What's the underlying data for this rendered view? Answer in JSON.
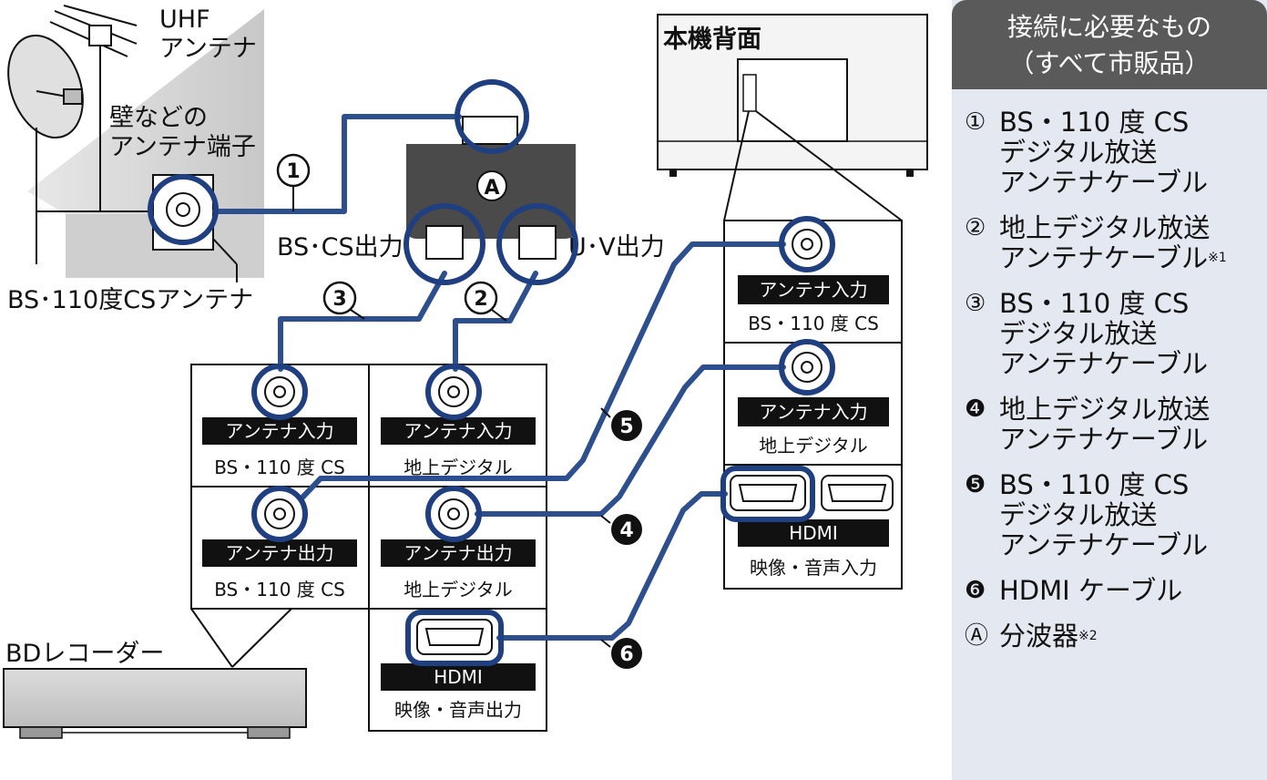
{
  "labels": {
    "uhf_antenna": "UHF\nアンテナ",
    "wall_terminal": "壁などの\nアンテナ端子",
    "bs_antenna": "BS･110度CSアンテナ",
    "tv_back": "本機背面",
    "bs_cs_out": "BS･CS出力",
    "uv_out": "U･V出力",
    "bd_recorder": "BDレコーダー",
    "splitter_mark": "A"
  },
  "tv_panel": {
    "antenna_in_label": "アンテナ入力",
    "bs_sub": "BS・110 度 CS",
    "terrestrial_sub": "地上デジタル",
    "hdmi_label": "HDMI",
    "hdmi_sub": "映像・音声入力"
  },
  "recorder_panel": {
    "antenna_in_label": "アンテナ入力",
    "antenna_out_label": "アンテナ出力",
    "bs_sub": "BS・110 度 CS",
    "terrestrial_sub": "地上デジタル",
    "hdmi_label": "HDMI",
    "hdmi_sub": "映像・音声出力"
  },
  "cable_markers": [
    "1",
    "2",
    "3",
    "4",
    "5",
    "6"
  ],
  "sidebar": {
    "title": "接続に必要なもの\n（すべて市販品）",
    "items": [
      {
        "mark": "①",
        "text": "BS・110 度 CS\nデジタル放送\nアンテナケーブル",
        "note": ""
      },
      {
        "mark": "②",
        "text": "地上デジタル放送\nアンテナケーブル",
        "note": "※1"
      },
      {
        "mark": "③",
        "text": "BS・110 度 CS\nデジタル放送\nアンテナケーブル",
        "note": ""
      },
      {
        "mark": "❹",
        "text": "地上デジタル放送\nアンテナケーブル",
        "note": ""
      },
      {
        "mark": "❺",
        "text": "BS・110 度 CS\nデジタル放送\nアンテナケーブル",
        "note": ""
      },
      {
        "mark": "❻",
        "text": "HDMI ケーブル",
        "note": ""
      },
      {
        "mark": "Ⓐ",
        "text": "分波器",
        "note": "※2"
      }
    ]
  }
}
